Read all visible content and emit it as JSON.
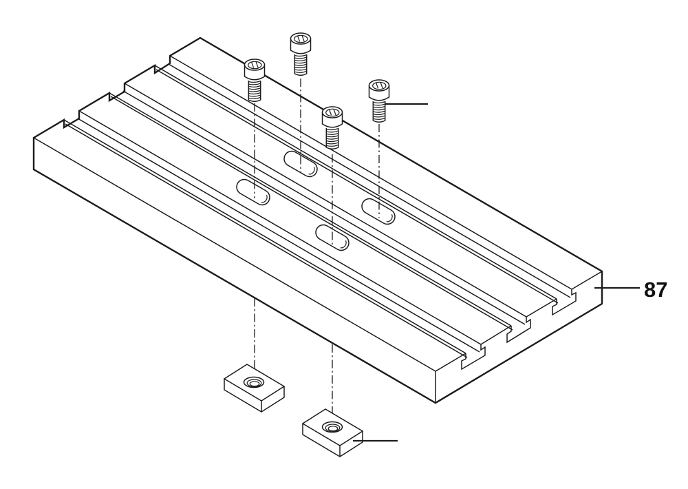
{
  "diagram": {
    "part_label": "87",
    "colors": {
      "line": "#1b1b1b",
      "label": "#111111",
      "background": "#ffffff"
    },
    "parts": {
      "plate": "t-slot plate",
      "screw": "socket head screw",
      "screw_count": 4,
      "nut": "square slot nut",
      "nut_count": 2,
      "slot_hole_count": 4
    }
  }
}
